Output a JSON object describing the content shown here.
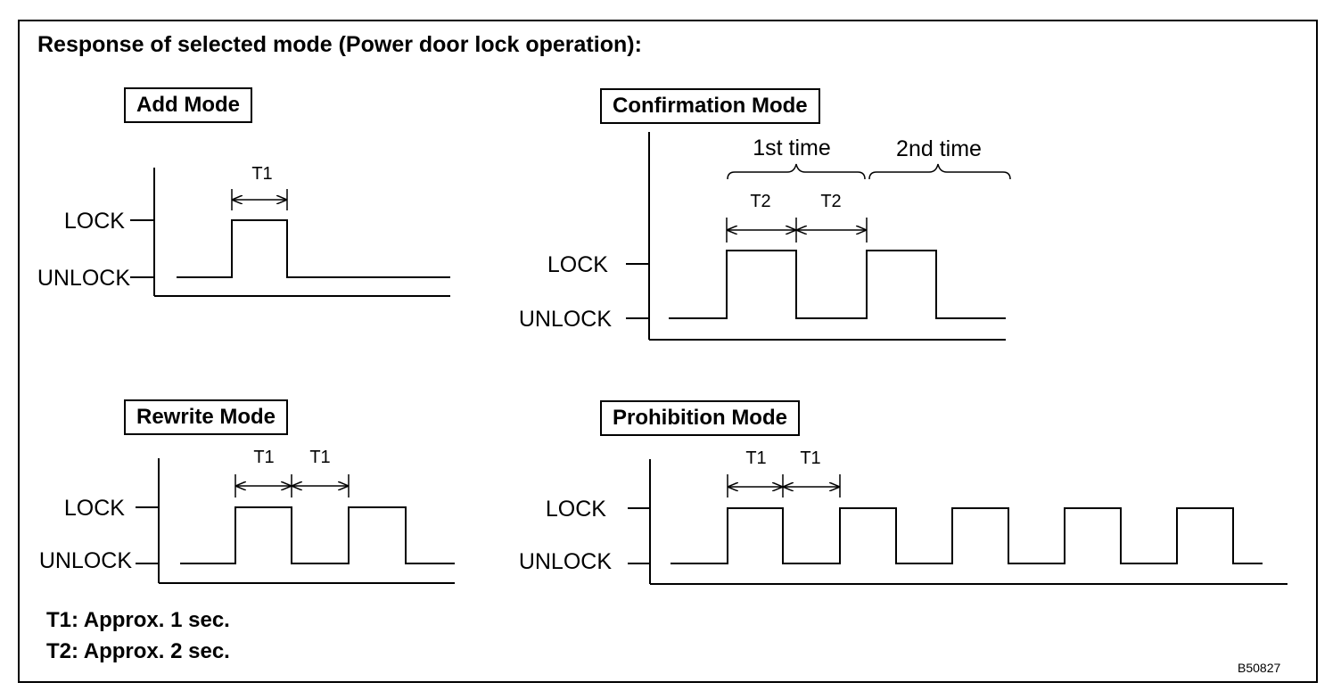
{
  "heading": "Response of selected mode (Power door lock operation):",
  "level_labels": {
    "lock": "LOCK",
    "unlock": "UNLOCK"
  },
  "modes": [
    {
      "id": "add",
      "title": "Add Mode",
      "pulse_widths": [
        "T1"
      ]
    },
    {
      "id": "confirmation",
      "title": "Confirmation Mode",
      "pulse_widths": [
        "T2",
        "T2"
      ],
      "time_groups": [
        "1st time",
        "2nd time"
      ]
    },
    {
      "id": "rewrite",
      "title": "Rewrite Mode",
      "pulse_widths": [
        "T1",
        "T1"
      ]
    },
    {
      "id": "prohibition",
      "title": "Prohibition Mode",
      "pulse_widths": [
        "T1",
        "T1"
      ]
    }
  ],
  "legend": [
    "T1: Approx. 1 sec.",
    "T2: Approx. 2 sec."
  ],
  "figure_code": "B50827"
}
